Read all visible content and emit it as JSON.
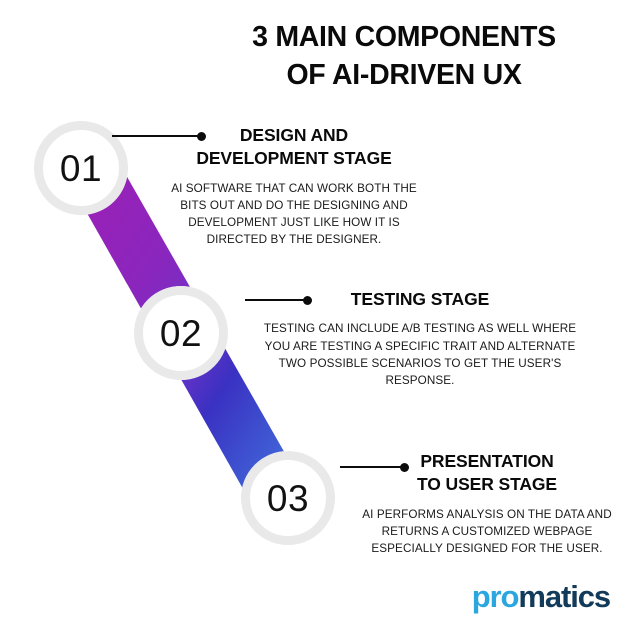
{
  "title": {
    "line1": "3 MAIN COMPONENTS",
    "line2": "OF AI-DRIVEN UX"
  },
  "stages": [
    {
      "number": "01",
      "heading_line1": "DESIGN AND",
      "heading_line2": "DEVELOPMENT STAGE",
      "body": "AI SOFTWARE THAT CAN WORK BOTH THE BITS OUT AND DO THE DESIGNING AND DEVELOPMENT JUST LIKE HOW IT IS DIRECTED BY THE DESIGNER."
    },
    {
      "number": "02",
      "heading_line1": "TESTING STAGE",
      "heading_line2": "",
      "body": "TESTING CAN INCLUDE A/B TESTING AS WELL WHERE YOU ARE TESTING A SPECIFIC TRAIT AND ALTERNATE TWO POSSIBLE SCENARIOS TO GET THE USER'S RESPONSE."
    },
    {
      "number": "03",
      "heading_line1": "PRESENTATION",
      "heading_line2": "TO USER STAGE",
      "body": "AI PERFORMS ANALYSIS ON THE DATA AND RETURNS A CUSTOMIZED WEBPAGE ESPECIALLY DESIGNED FOR THE USER."
    }
  ],
  "brand": {
    "part1": "pro",
    "part2": "matics"
  },
  "colors": {
    "background": "#ffffff",
    "text": "#111111",
    "circle_ring": "#e9e9e9",
    "connector": "#0c0c0c",
    "ribbon_start": "#a01fb5",
    "ribbon_mid": "#7a2fc4",
    "ribbon_mid2": "#3730c0",
    "ribbon_end": "#4a7de0",
    "brand_light": "#2ba6de",
    "brand_dark": "#123a5a"
  }
}
